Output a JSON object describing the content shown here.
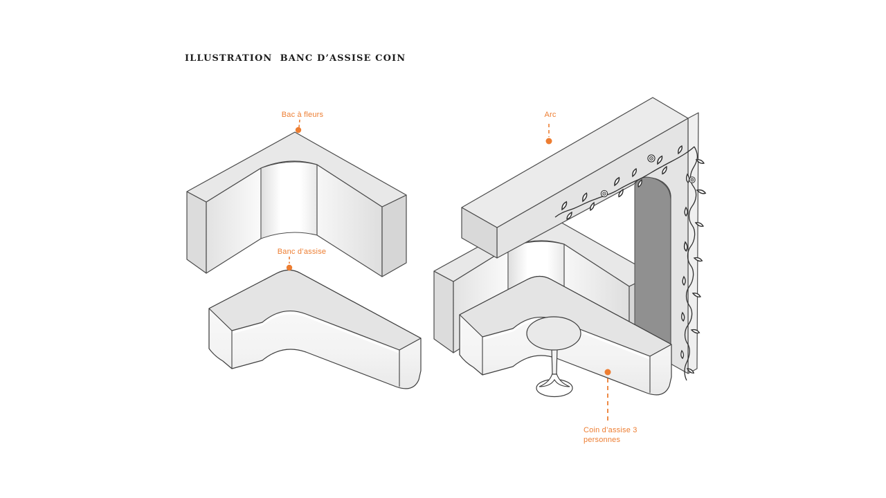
{
  "title": "ILLUSTRATION  BANC D’ASSISE COIN",
  "labels": {
    "bac_a_fleurs": "Bac à fleurs",
    "banc_assise": "Banc d’assise",
    "arc": "Arc",
    "coin_line1": "Coin d’assise 3",
    "coin_line2": "personnes"
  },
  "colors": {
    "accent_orange": "#ED7D31",
    "outline_gray": "#4a4a4a",
    "surface_light_gray": "#e6e6e6",
    "surface_white": "#ffffff",
    "arch_reveal_gray": "#909090",
    "background": "#ffffff"
  }
}
